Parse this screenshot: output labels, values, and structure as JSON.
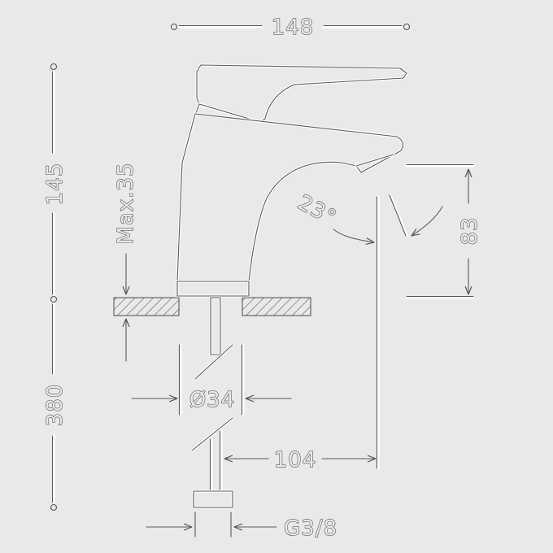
{
  "diagram": {
    "dimensions": {
      "width_total": "148",
      "height_spout": "145",
      "height_total": "380",
      "max_deck": "Max.35",
      "angle": "23°",
      "spout_clearance": "83",
      "hole_diameter": "Ø34",
      "reach": "104",
      "connection": "G3/8"
    },
    "colors": {
      "background": "#e9e9e9",
      "line_light": "#ffffff",
      "line_dark": "#5a5a5a"
    }
  }
}
